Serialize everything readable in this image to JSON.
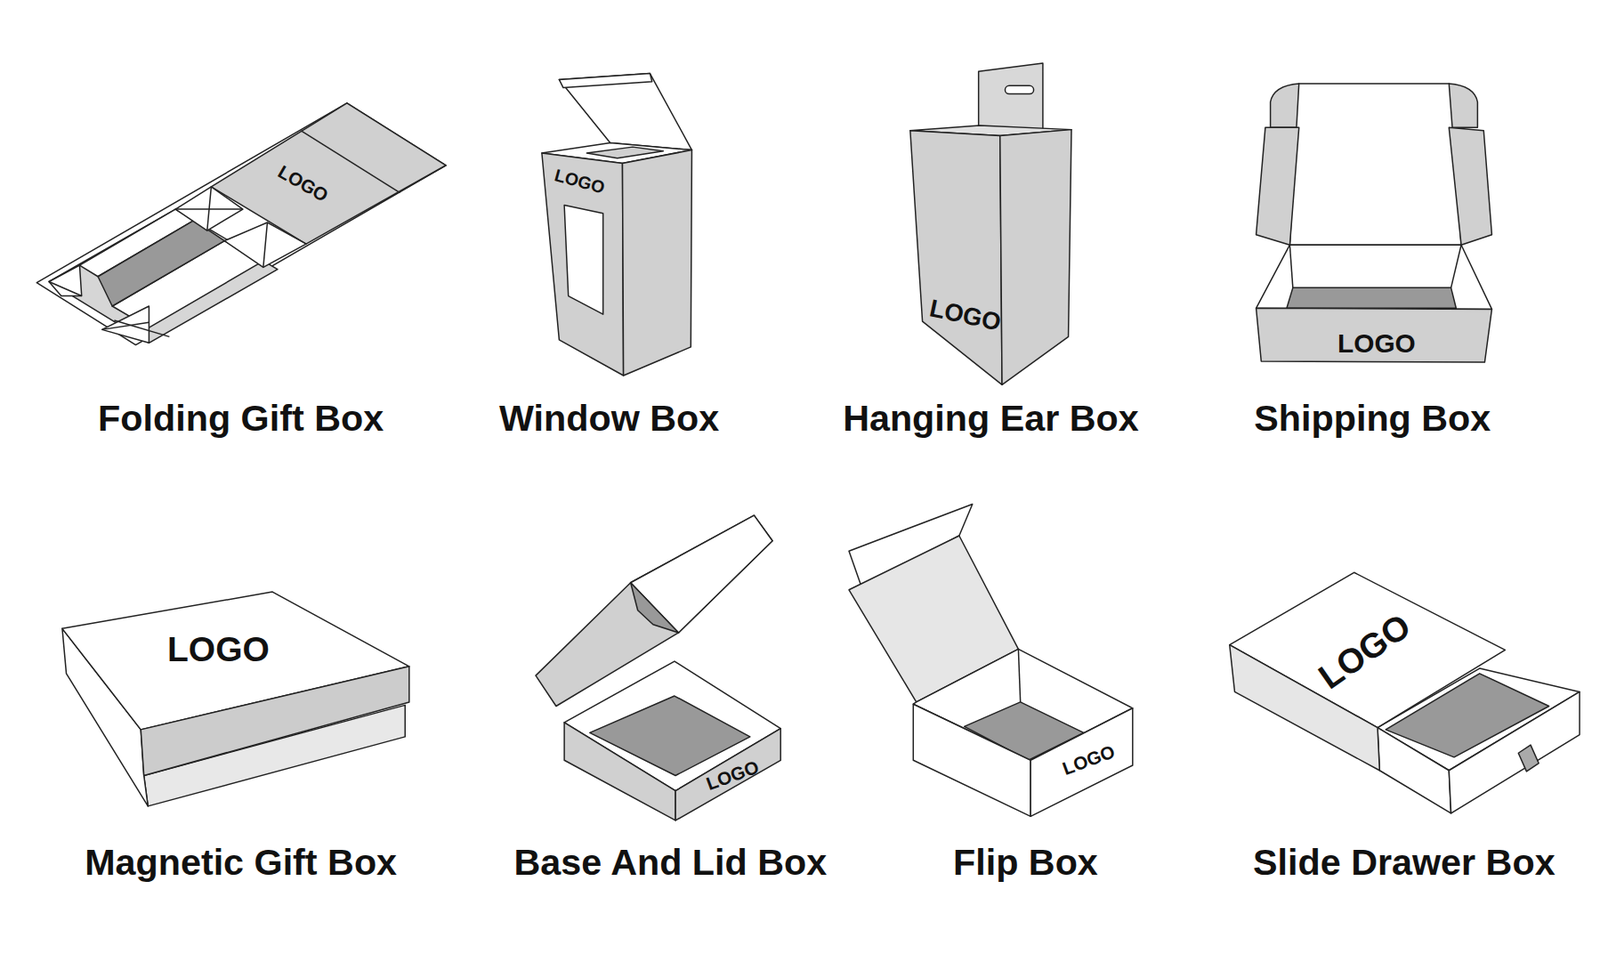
{
  "diagram": {
    "labels": [
      "LOGO",
      "Folding Gift Box",
      "LOGO",
      "Window Box",
      "LOGO",
      "Hanging Ear Box",
      "LOGO",
      "Shipping Box",
      "LOGO",
      "Magnetic Gift Box",
      "LOGO",
      "Base And Lid Box",
      "LOGO",
      "Flip Box",
      "LOGO",
      "Slide Drawer Box"
    ]
  }
}
